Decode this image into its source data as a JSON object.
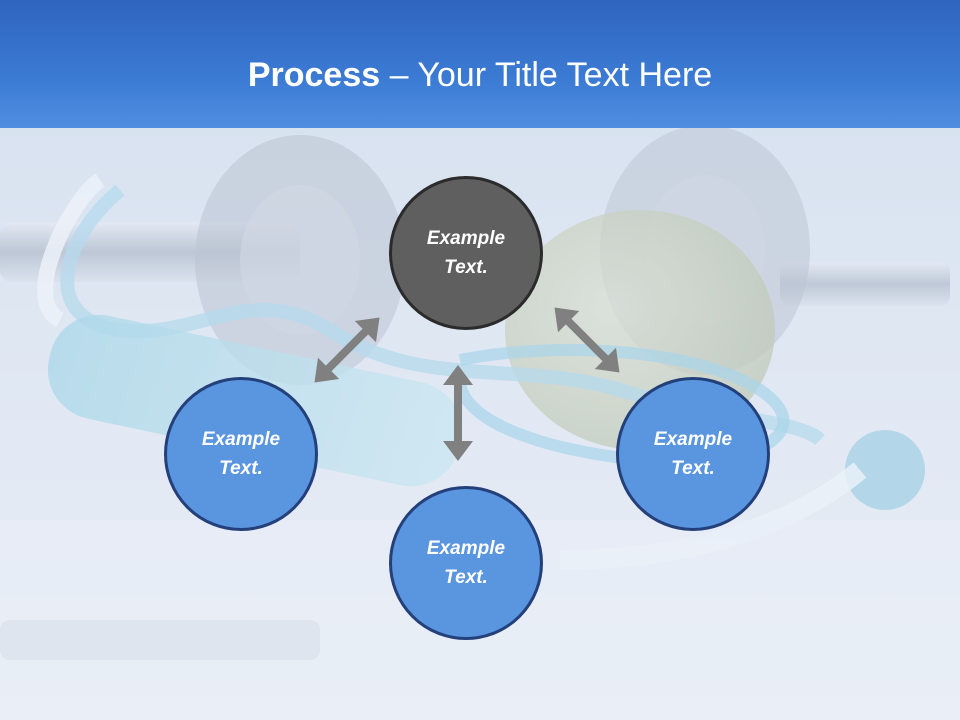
{
  "slide": {
    "title_bold": "Process",
    "title_rest": " – Your Title Text Here"
  },
  "diagram": {
    "nodes": [
      {
        "id": "top",
        "label": "Example Text."
      },
      {
        "id": "left",
        "label": "Example Text."
      },
      {
        "id": "right",
        "label": "Example Text."
      },
      {
        "id": "bottom",
        "label": "Example Text."
      }
    ],
    "connectors": [
      {
        "from": "left",
        "to": "top",
        "style": "double-arrow"
      },
      {
        "from": "top",
        "to": "right",
        "style": "double-arrow"
      },
      {
        "from": "top",
        "to": "bottom",
        "style": "double-arrow"
      }
    ]
  },
  "colors": {
    "header": "#3b7ad3",
    "center_node": "#5f5f5f",
    "outer_node": "#5a95df",
    "node_border": "#24407a",
    "arrow": "#808080"
  }
}
